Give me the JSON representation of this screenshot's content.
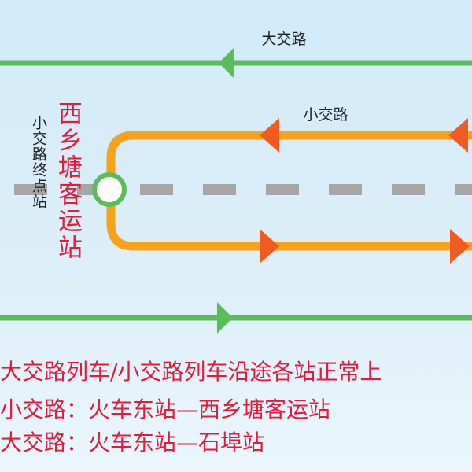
{
  "labels": {
    "big_route": "大交路",
    "small_route": "小交路",
    "small_route_terminus": "小交路终点站",
    "station_name": "西乡塘客运站"
  },
  "notes": [
    "大交路列车/小交路列车沿途各站正常上",
    "小交路：火车东站—西乡塘客运站",
    "大交路：火车东站—石埠站"
  ],
  "colors": {
    "big_route": "#5bbd5a",
    "small_route": "#f7a21b",
    "arrow_small": "#f25a22",
    "station_text": "#e21b3c",
    "notes_text": "#e21b3c",
    "track_dash": "#a6a6a6"
  }
}
